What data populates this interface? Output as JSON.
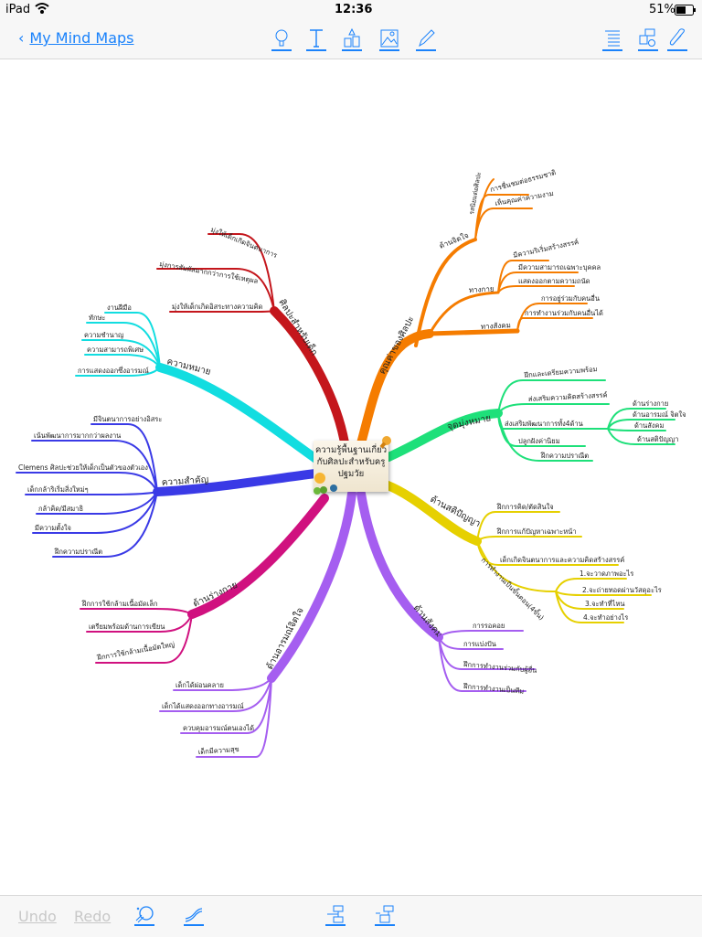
{
  "status_bar": {
    "device": "iPad",
    "time": "12:36",
    "battery": "51%"
  },
  "nav": {
    "back_label": "My Mind Maps"
  },
  "toolbar_icons": [
    "lightbulb-icon",
    "text-icon",
    "shapes-icon",
    "image-icon",
    "pencil-icon",
    "outline-list-icon",
    "map-settings-icon",
    "attachment-icon"
  ],
  "bottom": {
    "undo": "Undo",
    "redo": "Redo"
  },
  "center": {
    "lines": [
      "ความรู้พื้นฐานเกี่ยว",
      "กับศิลปะสำหรับครู",
      "ปฐมวัย"
    ]
  },
  "branches": {
    "art_for_children": {
      "label": "ศิลปะสำหรับเด็ก",
      "color": "#c4161c",
      "items": [
        "มุ่งให้เด็กเกิดจินตนาการ",
        "มุ่งการสัมผัสมากกว่าการใช้เหตุผล",
        "มุ่งให้เด็กเกิดอิสระทางความคิด"
      ]
    },
    "meaning": {
      "label": "ความหมาย",
      "color": "#12dde0",
      "items": [
        "งานฝีมือ",
        "ทักษะ",
        "ความชำนาญ",
        "ความสามารถพิเศษ",
        "การแสดงออกซึ่งอารมณ์"
      ]
    },
    "importance": {
      "label": "ความสำคัญ",
      "color": "#3a3ae6",
      "items": [
        "มีจินตนาการอย่างอิสระ",
        "เน้นพัฒนาการมากกว่าผลงาน",
        "Clemens ศิลปะช่วยให้เด็กเป็นตัวของตัวเอง",
        "เด็กกล้าริเริ่มสิ่งใหม่ๆ",
        "กล้าคิด/มีสมาธิ",
        "มีความตั้งใจ",
        "ฝึกความปราณีต"
      ]
    },
    "physical": {
      "label": "ด้านร่างกาย",
      "color": "#d0117f",
      "items": [
        "ฝึกการใช้กล้ามเนื้อมัดเล็ก",
        "เตรียมพร้อมด้านการเขียน",
        "ฝึกการใช้กล้ามเนื้อมัดใหญ่"
      ]
    },
    "emotional": {
      "label": "ด้านอารมณ์จิตใจ",
      "color": "#a55ef0",
      "items": [
        "เด็กได้ผ่อนคลาย",
        "เด็กได้แสดงออกทางอารมณ์",
        "ควบคุมอารมณ์ตนเองได้",
        "เด็กมีความสุข"
      ]
    },
    "social": {
      "label": "ด้านสังคม",
      "color": "#a55ef0",
      "items": [
        "การรอคอย",
        "การแบ่งปัน",
        "ฝึกการทำงานร่วมกับผู้อื่น",
        "ฝึกการทำงานเป็นทีม"
      ]
    },
    "intellect": {
      "label": "ด้านสติปัญญา",
      "color": "#e6d000",
      "items": [
        "ฝึกการคิด/ตัดสินใจ",
        "ฝึกการแก้ปัญหาเฉพาะหน้า",
        "เด็กเกิดจินตนาการและความคิดสร้างสรรค์",
        "การทำงานเป็นขั้นตอน(4ขั้น)"
      ],
      "steps": [
        "1.จะวาดภาพอะไร",
        "2.จะถ่ายทอดผ่านวัสดุอะไร",
        "3.จะทำที่ไหน",
        "4.จะทำอย่างไร"
      ]
    },
    "objectives": {
      "label": "จุดมุ่งหมาย",
      "color": "#1ee07a",
      "items": [
        "ฝึกและเตรียมความพร้อม",
        "ส่งเสริมความคิดสร้างสรรค์",
        "ส่งเสริมพัฒนาการทั้ง4ด้าน",
        "ปลูกฝังค่านิยม",
        "ฝึกความปราณีต"
      ],
      "areas": [
        "ด้านร่างกาย",
        "ด้านอารมณ์ จิตใจ",
        "ด้านสังคม",
        "ด้านสติปัญญา"
      ]
    },
    "value": {
      "label": "คุณค่าของศิลปะ",
      "color": "#f57c00",
      "groups": [
        {
          "label": "ด้านจิตใจ",
          "items": [
            "รสนิยมต่อศิลปะ",
            "การชื่นชมต่อธรรมชาติ",
            "เห็นคุณค่าความงาม"
          ]
        },
        {
          "label": "ทางกาย",
          "items": [
            "มีความริเริ่มสร้างสรรค์",
            "มีความสามารถเฉพาะบุคคล",
            "แสดงออกตามความถนัด"
          ]
        },
        {
          "label": "ทางสังคม",
          "items": [
            "การอยู่ร่วมกับคนอื่น",
            "การทำงานร่วมกับคนอื่นได้"
          ]
        }
      ]
    }
  }
}
